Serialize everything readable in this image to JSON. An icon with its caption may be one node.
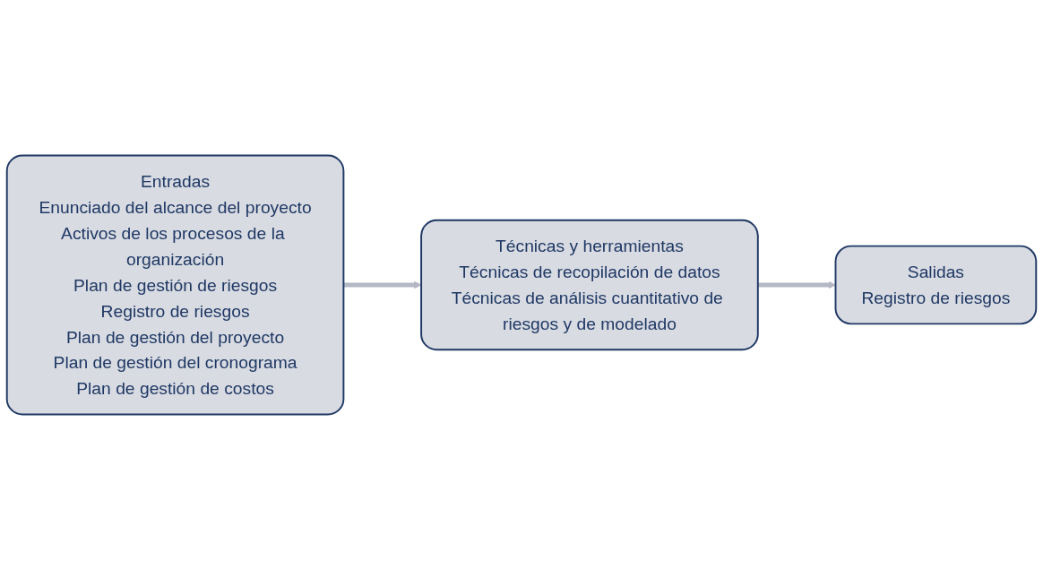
{
  "diagram": {
    "nodes": [
      {
        "text": [
          "Entradas",
          "Enunciado del alcance del proyecto",
          "Activos de los procesos de la organización",
          "Plan de gestión de riesgos",
          "Registro de riesgos",
          "Plan de gestión del proyecto",
          "Plan de gestión del cronograma",
          "Plan de gestión de costos"
        ]
      },
      {
        "text": [
          "Técnicas y herramientas",
          "Técnicas de recopilación de datos",
          "Técnicas de análisis cuantitativo de riesgos y de modelado"
        ]
      },
      {
        "text": [
          "Salidas",
          "Registro de riesgos"
        ]
      }
    ],
    "edges": [
      {
        "from": 0,
        "to": 1,
        "arrow": "to"
      },
      {
        "from": 1,
        "to": 2,
        "arrow": "to"
      }
    ]
  }
}
